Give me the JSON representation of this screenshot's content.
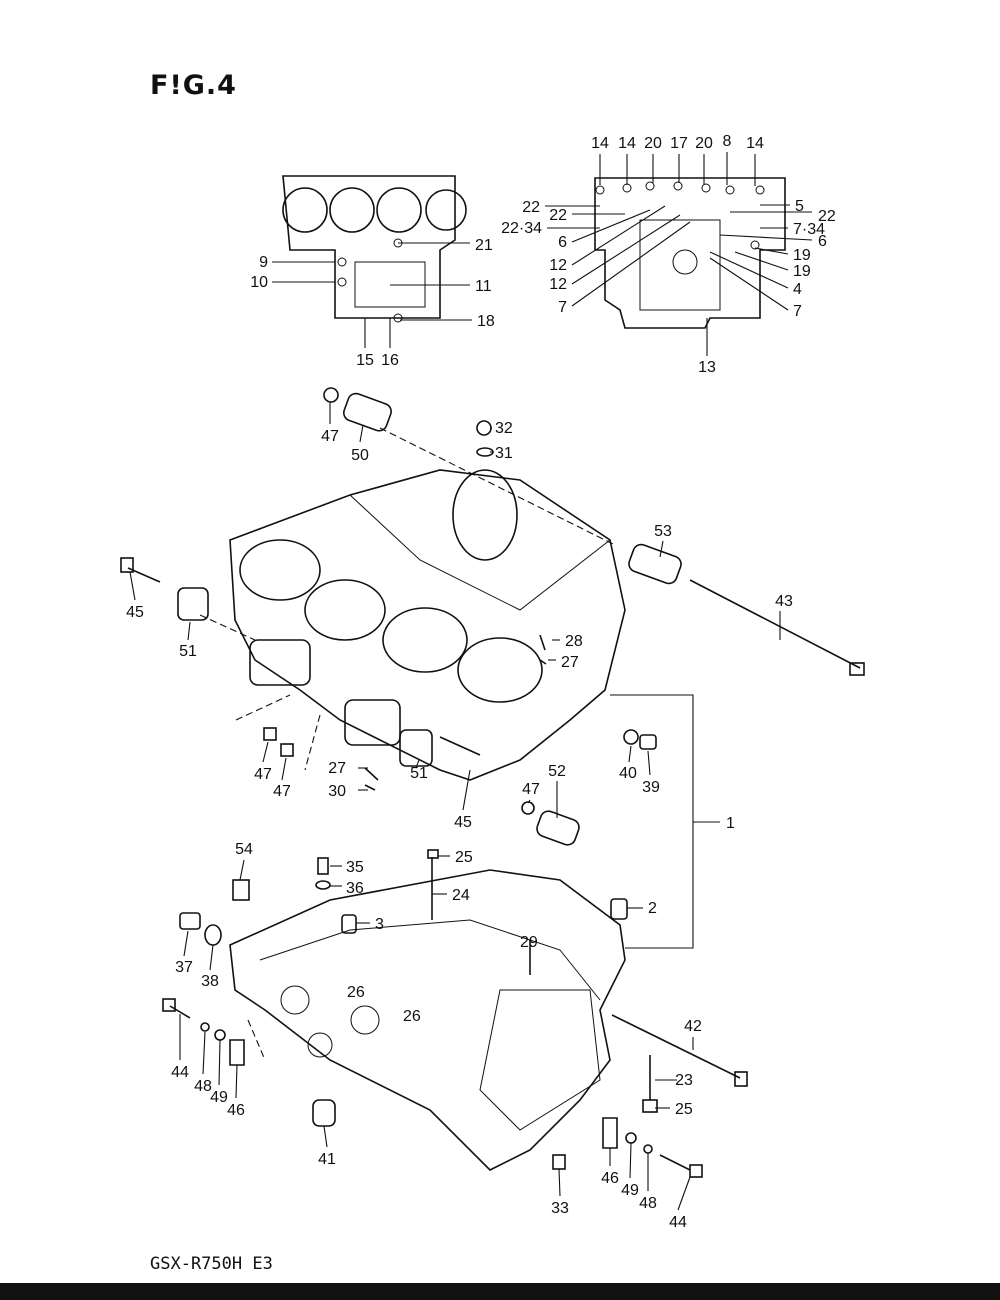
{
  "figure": {
    "title": "F!G.4",
    "model": "GSX-R750H E3"
  },
  "callouts": {
    "upper_left_view": [
      "9",
      "10",
      "21",
      "11",
      "18",
      "15",
      "16"
    ],
    "upper_right_view": [
      "14",
      "14",
      "20",
      "17",
      "20",
      "8",
      "14",
      "22",
      "22",
      "22·34",
      "6",
      "12",
      "12",
      "7",
      "5",
      "22",
      "7·34",
      "6",
      "19",
      "19",
      "4",
      "7",
      "13"
    ],
    "main_view": [
      "47",
      "50",
      "32",
      "31",
      "53",
      "43",
      "45",
      "51",
      "28",
      "27",
      "1",
      "47",
      "47",
      "27",
      "30",
      "51",
      "45",
      "47",
      "52",
      "40",
      "39",
      "54",
      "35",
      "36",
      "25",
      "24",
      "3",
      "2",
      "37",
      "38",
      "29",
      "26",
      "26",
      "42",
      "44",
      "48",
      "49",
      "46",
      "23",
      "25",
      "41",
      "33",
      "46",
      "49",
      "48",
      "44"
    ]
  }
}
